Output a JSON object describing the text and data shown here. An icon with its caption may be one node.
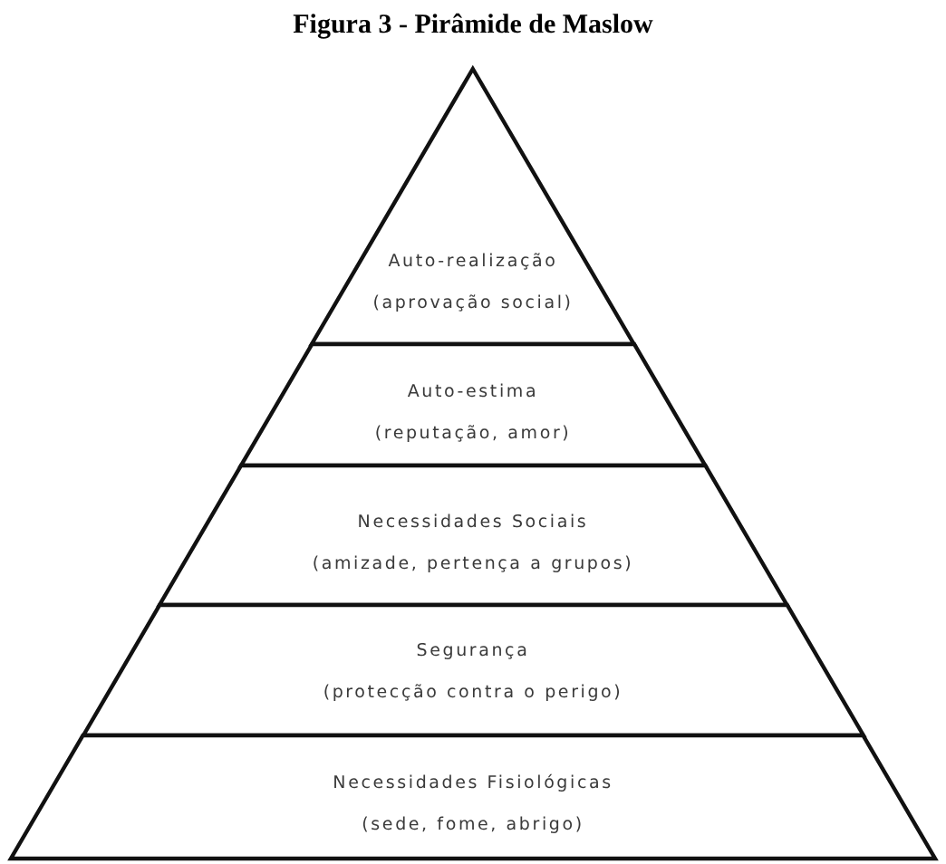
{
  "diagram": {
    "title": "Figura 3 - Pirâmide de Maslow",
    "nodes": [
      {
        "text": [
          "Auto-realização",
          "(aprovação social)"
        ]
      },
      {
        "text": [
          "Auto-estima",
          "(reputação, amor)"
        ]
      },
      {
        "text": [
          "Necessidades Sociais",
          "(amizade, pertença a grupos)"
        ]
      },
      {
        "text": [
          "Segurança",
          "(protecção contra o perigo)"
        ]
      },
      {
        "text": [
          "Necessidades Fisiológicas",
          "(sede, fome, abrigo)"
        ]
      }
    ],
    "edges": []
  }
}
